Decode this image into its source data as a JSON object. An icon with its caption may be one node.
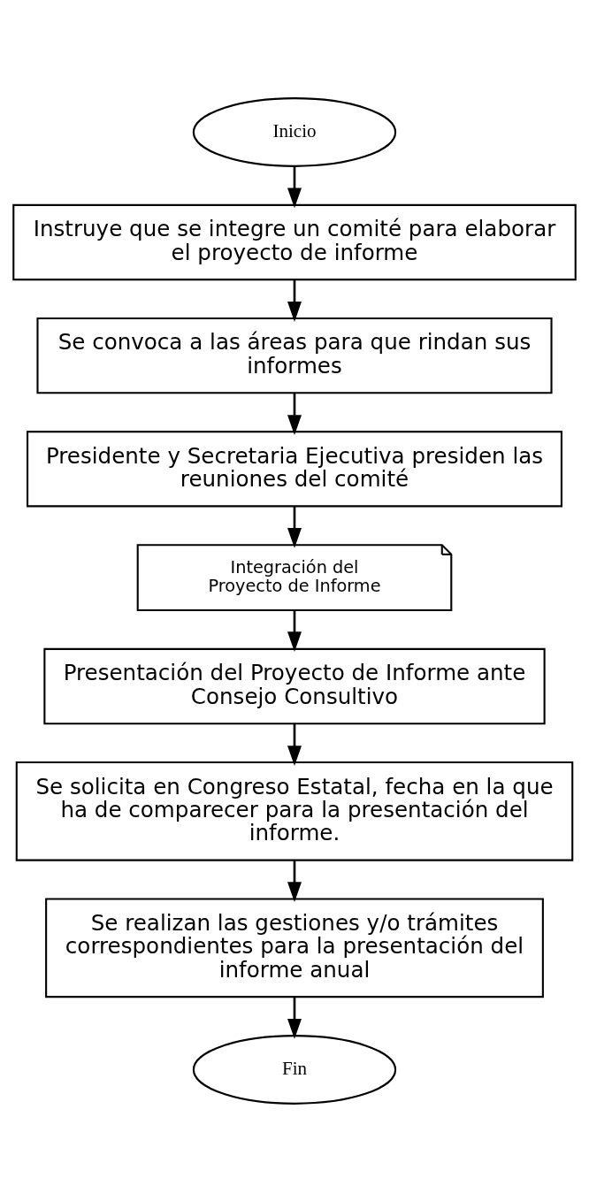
{
  "diagram": {
    "nodes": [
      {
        "text": [
          "Inicio"
        ]
      },
      {
        "text": [
          "Instruye que se integre un comité para elaborar el proyecto de informe"
        ]
      },
      {
        "text": [
          "Se convoca a las áreas para que rindan sus informes"
        ]
      },
      {
        "text": [
          "Presidente y Secretaria Ejecutiva presiden las reuniones del comité"
        ]
      },
      {
        "text": [
          "Integración del Proyecto de Informe"
        ]
      },
      {
        "text": [
          "Presentación del Proyecto de Informe ante Consejo Consultivo"
        ]
      },
      {
        "text": [
          "Se solicita en Congreso Estatal, fecha en la que ha de comparecer para la presentación del informe."
        ]
      },
      {
        "text": [
          "Se realizan las gestiones y/o trámites correspondientes para la presentación del informe anual"
        ]
      },
      {
        "text": [
          "Fin"
        ]
      }
    ],
    "edges": [
      {
        "from": 0,
        "to": 1,
        "arrow": "to"
      },
      {
        "from": 1,
        "to": 2,
        "arrow": "to"
      },
      {
        "from": 2,
        "to": 3,
        "arrow": "to"
      },
      {
        "from": 3,
        "to": 4,
        "arrow": "to"
      },
      {
        "from": 4,
        "to": 5,
        "arrow": "to"
      },
      {
        "from": 5,
        "to": 6,
        "arrow": "to"
      },
      {
        "from": 6,
        "to": 7,
        "arrow": "to"
      },
      {
        "from": 7,
        "to": 8,
        "arrow": "to"
      }
    ]
  }
}
